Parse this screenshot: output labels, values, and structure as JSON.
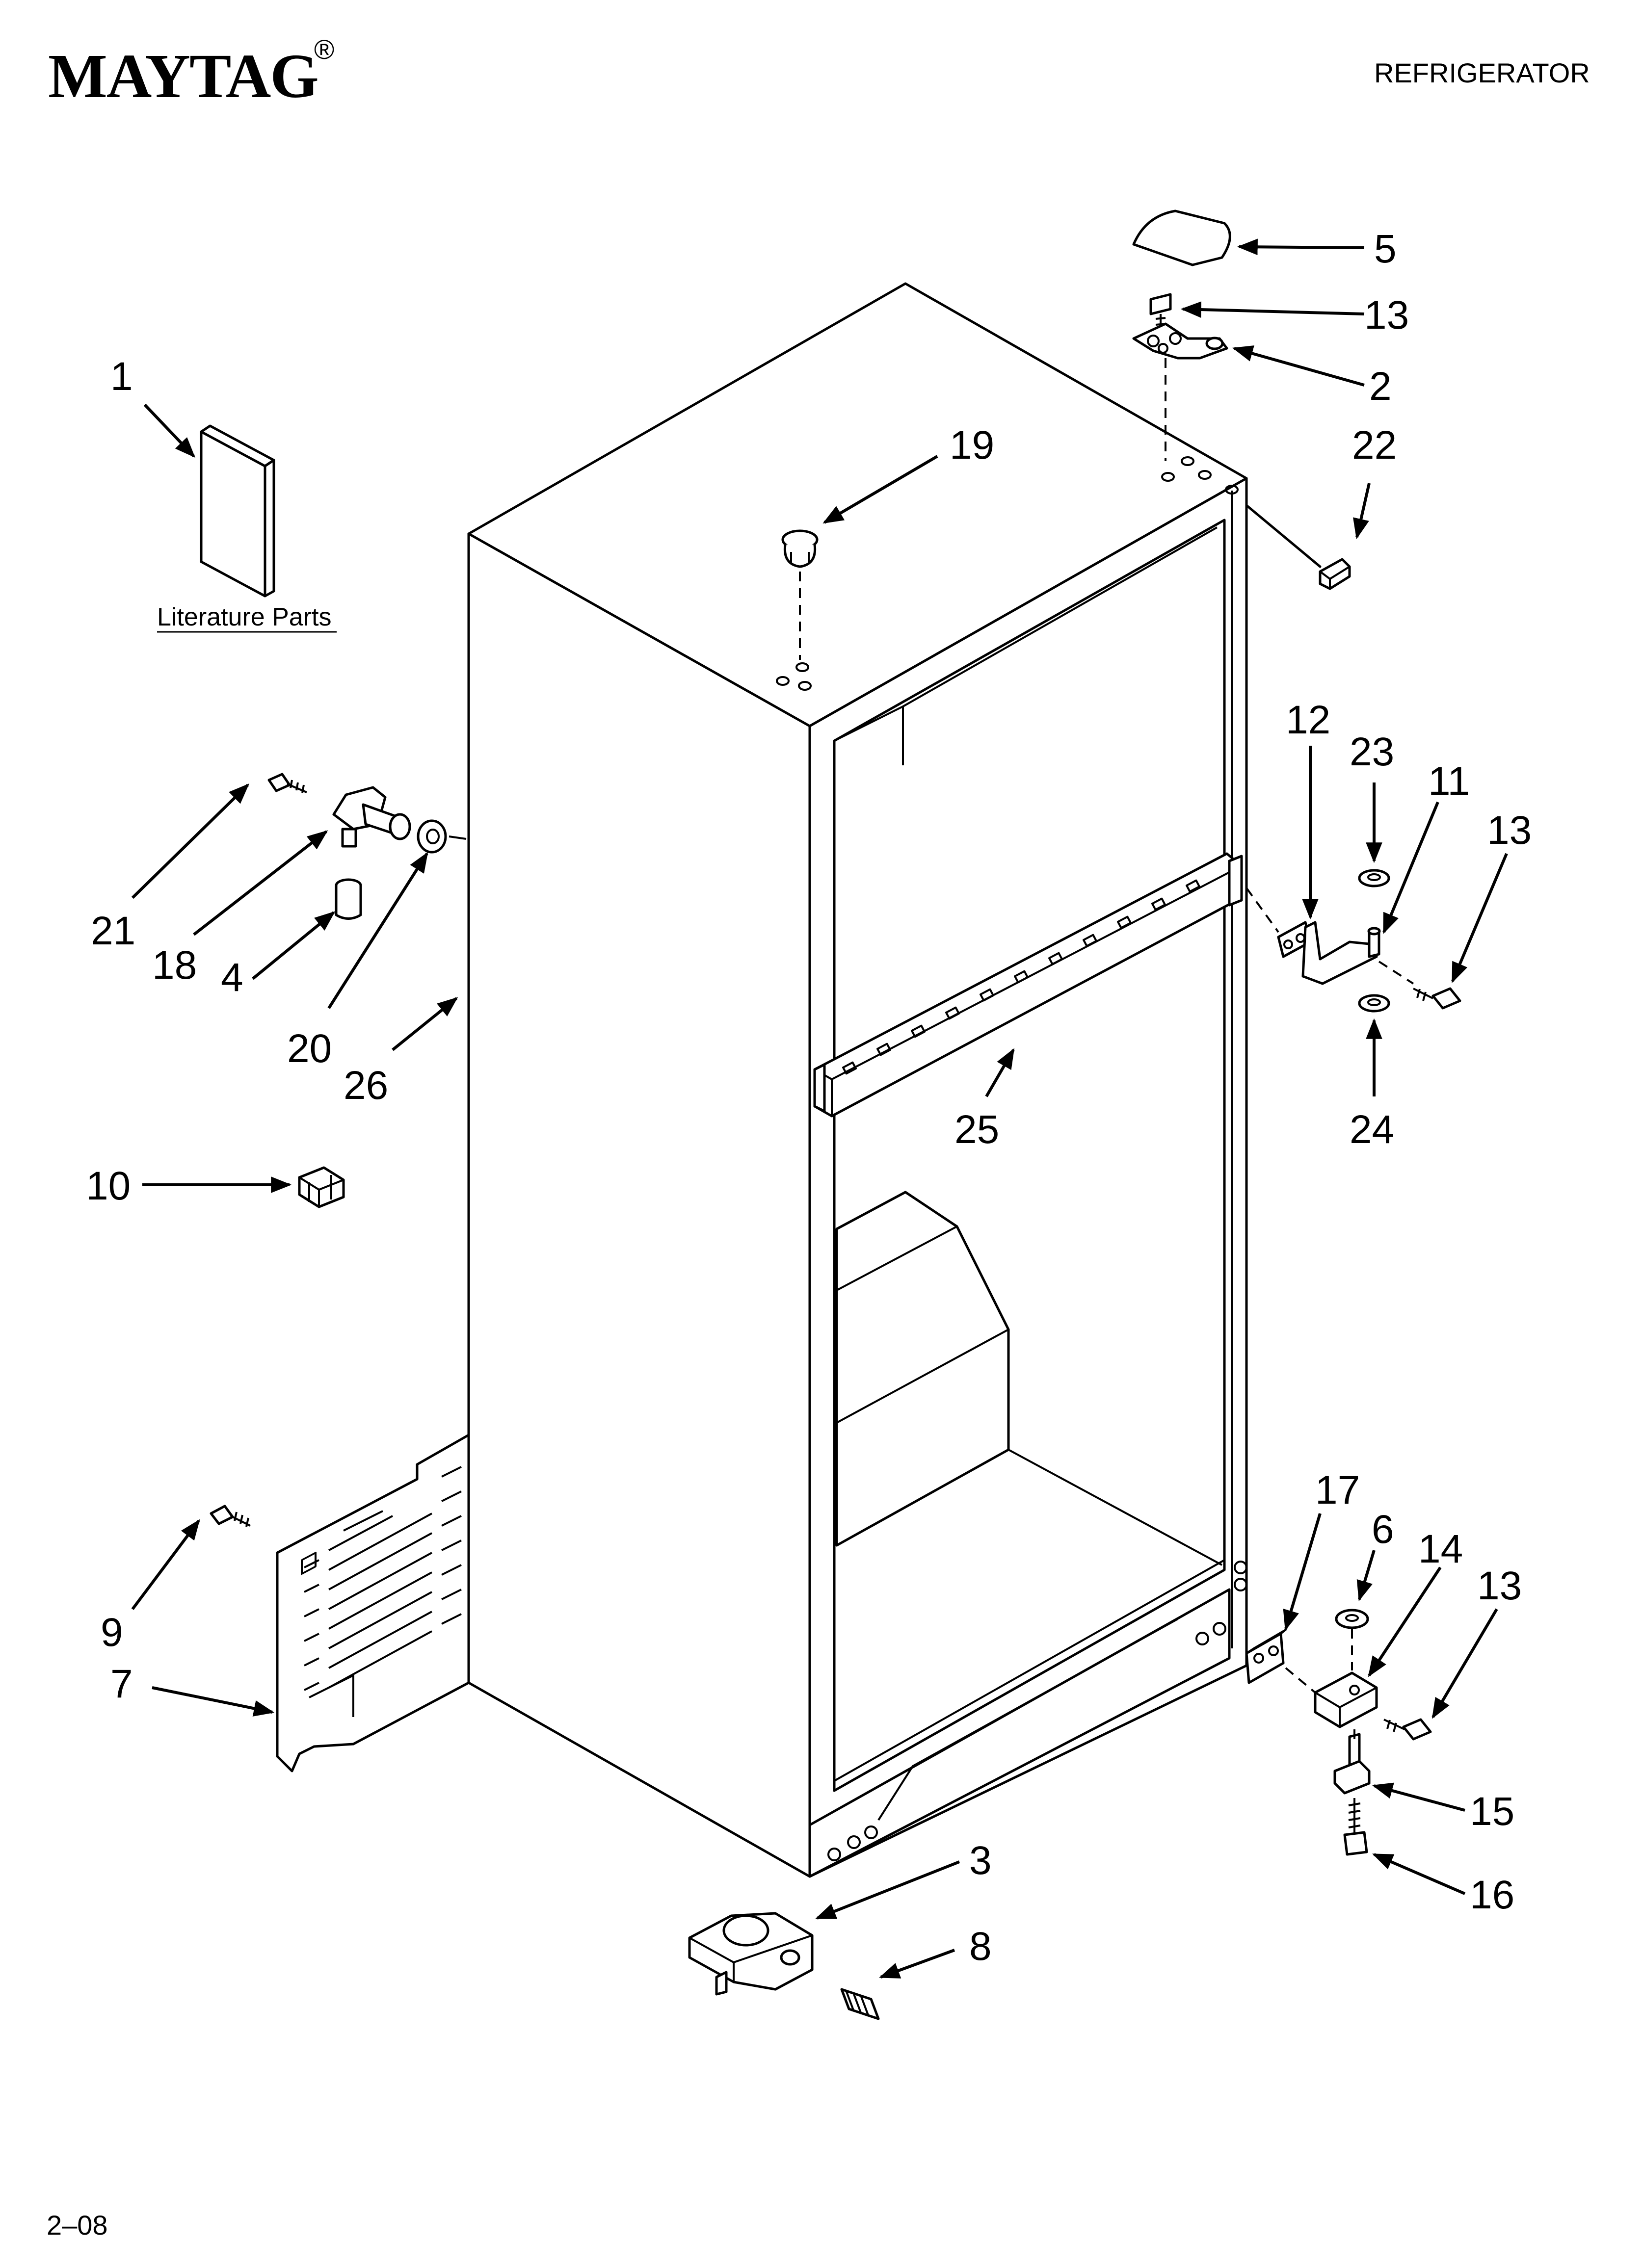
{
  "header": {
    "brand": "MAYTAG",
    "brand_mark": "®",
    "product": "REFRIGERATOR"
  },
  "literature_label": "Literature Parts",
  "footer": {
    "date_code": "2–08"
  },
  "callouts": [
    {
      "id": "c1",
      "label": "1"
    },
    {
      "id": "c2",
      "label": "2"
    },
    {
      "id": "c3",
      "label": "3"
    },
    {
      "id": "c4",
      "label": "4"
    },
    {
      "id": "c5",
      "label": "5"
    },
    {
      "id": "c6",
      "label": "6"
    },
    {
      "id": "c7",
      "label": "7"
    },
    {
      "id": "c8",
      "label": "8"
    },
    {
      "id": "c9",
      "label": "9"
    },
    {
      "id": "c10",
      "label": "10"
    },
    {
      "id": "c11",
      "label": "11"
    },
    {
      "id": "c12",
      "label": "12"
    },
    {
      "id": "c13a",
      "label": "13"
    },
    {
      "id": "c13b",
      "label": "13"
    },
    {
      "id": "c13c",
      "label": "13"
    },
    {
      "id": "c14",
      "label": "14"
    },
    {
      "id": "c15",
      "label": "15"
    },
    {
      "id": "c16",
      "label": "16"
    },
    {
      "id": "c17",
      "label": "17"
    },
    {
      "id": "c18",
      "label": "18"
    },
    {
      "id": "c19",
      "label": "19"
    },
    {
      "id": "c20",
      "label": "20"
    },
    {
      "id": "c21",
      "label": "21"
    },
    {
      "id": "c22",
      "label": "22"
    },
    {
      "id": "c23",
      "label": "23"
    },
    {
      "id": "c24",
      "label": "24"
    },
    {
      "id": "c25",
      "label": "25"
    },
    {
      "id": "c26",
      "label": "26"
    }
  ]
}
